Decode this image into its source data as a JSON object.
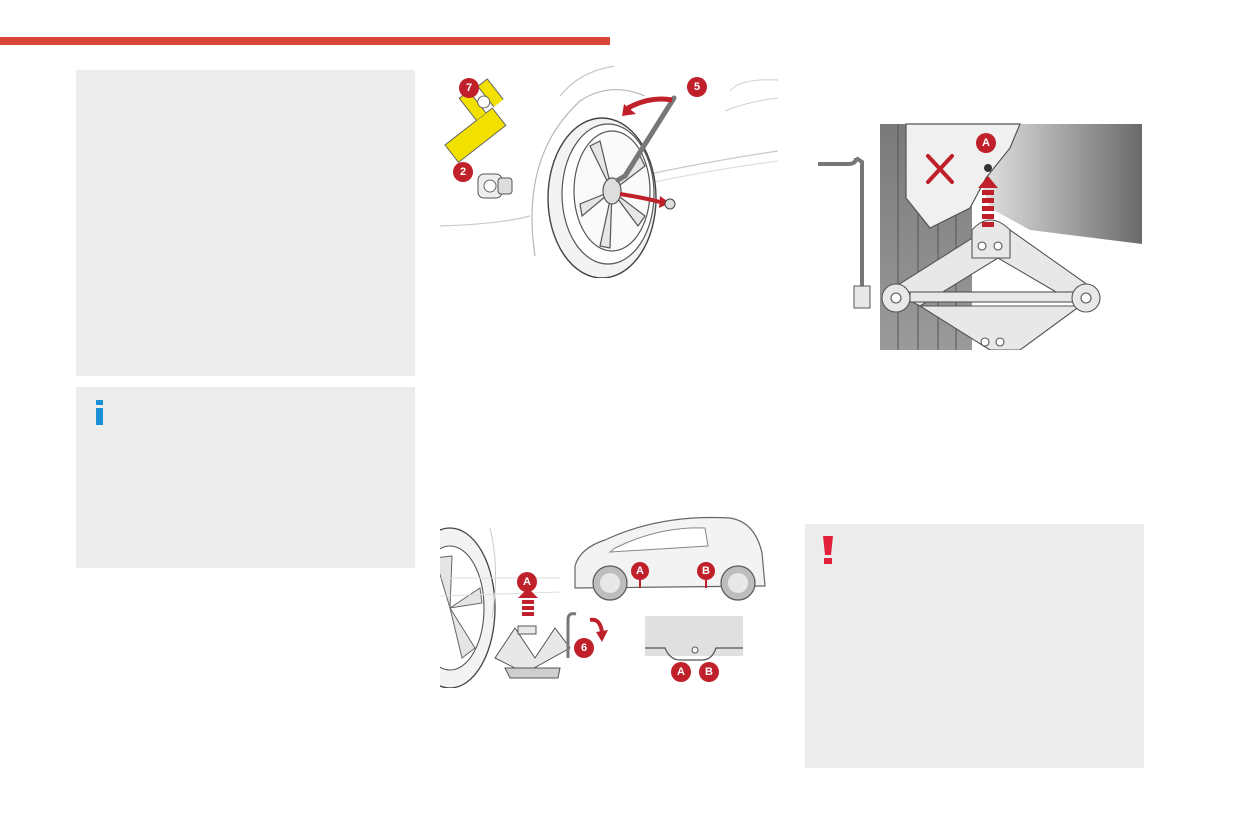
{
  "colors": {
    "accent_bar": "#d9473a",
    "panel_bg": "#ececec",
    "info_blue": "#1a8fd6",
    "warning_red": "#e2203b",
    "badge_red": "#c0202a",
    "tool_yellow": "#f2e000"
  },
  "icons": {
    "info": "info-icon",
    "warning": "exclamation-icon"
  },
  "illustrations": {
    "wheel_removal": {
      "badges": [
        "7",
        "2",
        "5"
      ]
    },
    "jack_positioning": {
      "badges": [
        "A",
        "A",
        "B",
        "6",
        "A",
        "B"
      ]
    },
    "jack_under_car": {
      "badges": [
        "A"
      ]
    }
  }
}
